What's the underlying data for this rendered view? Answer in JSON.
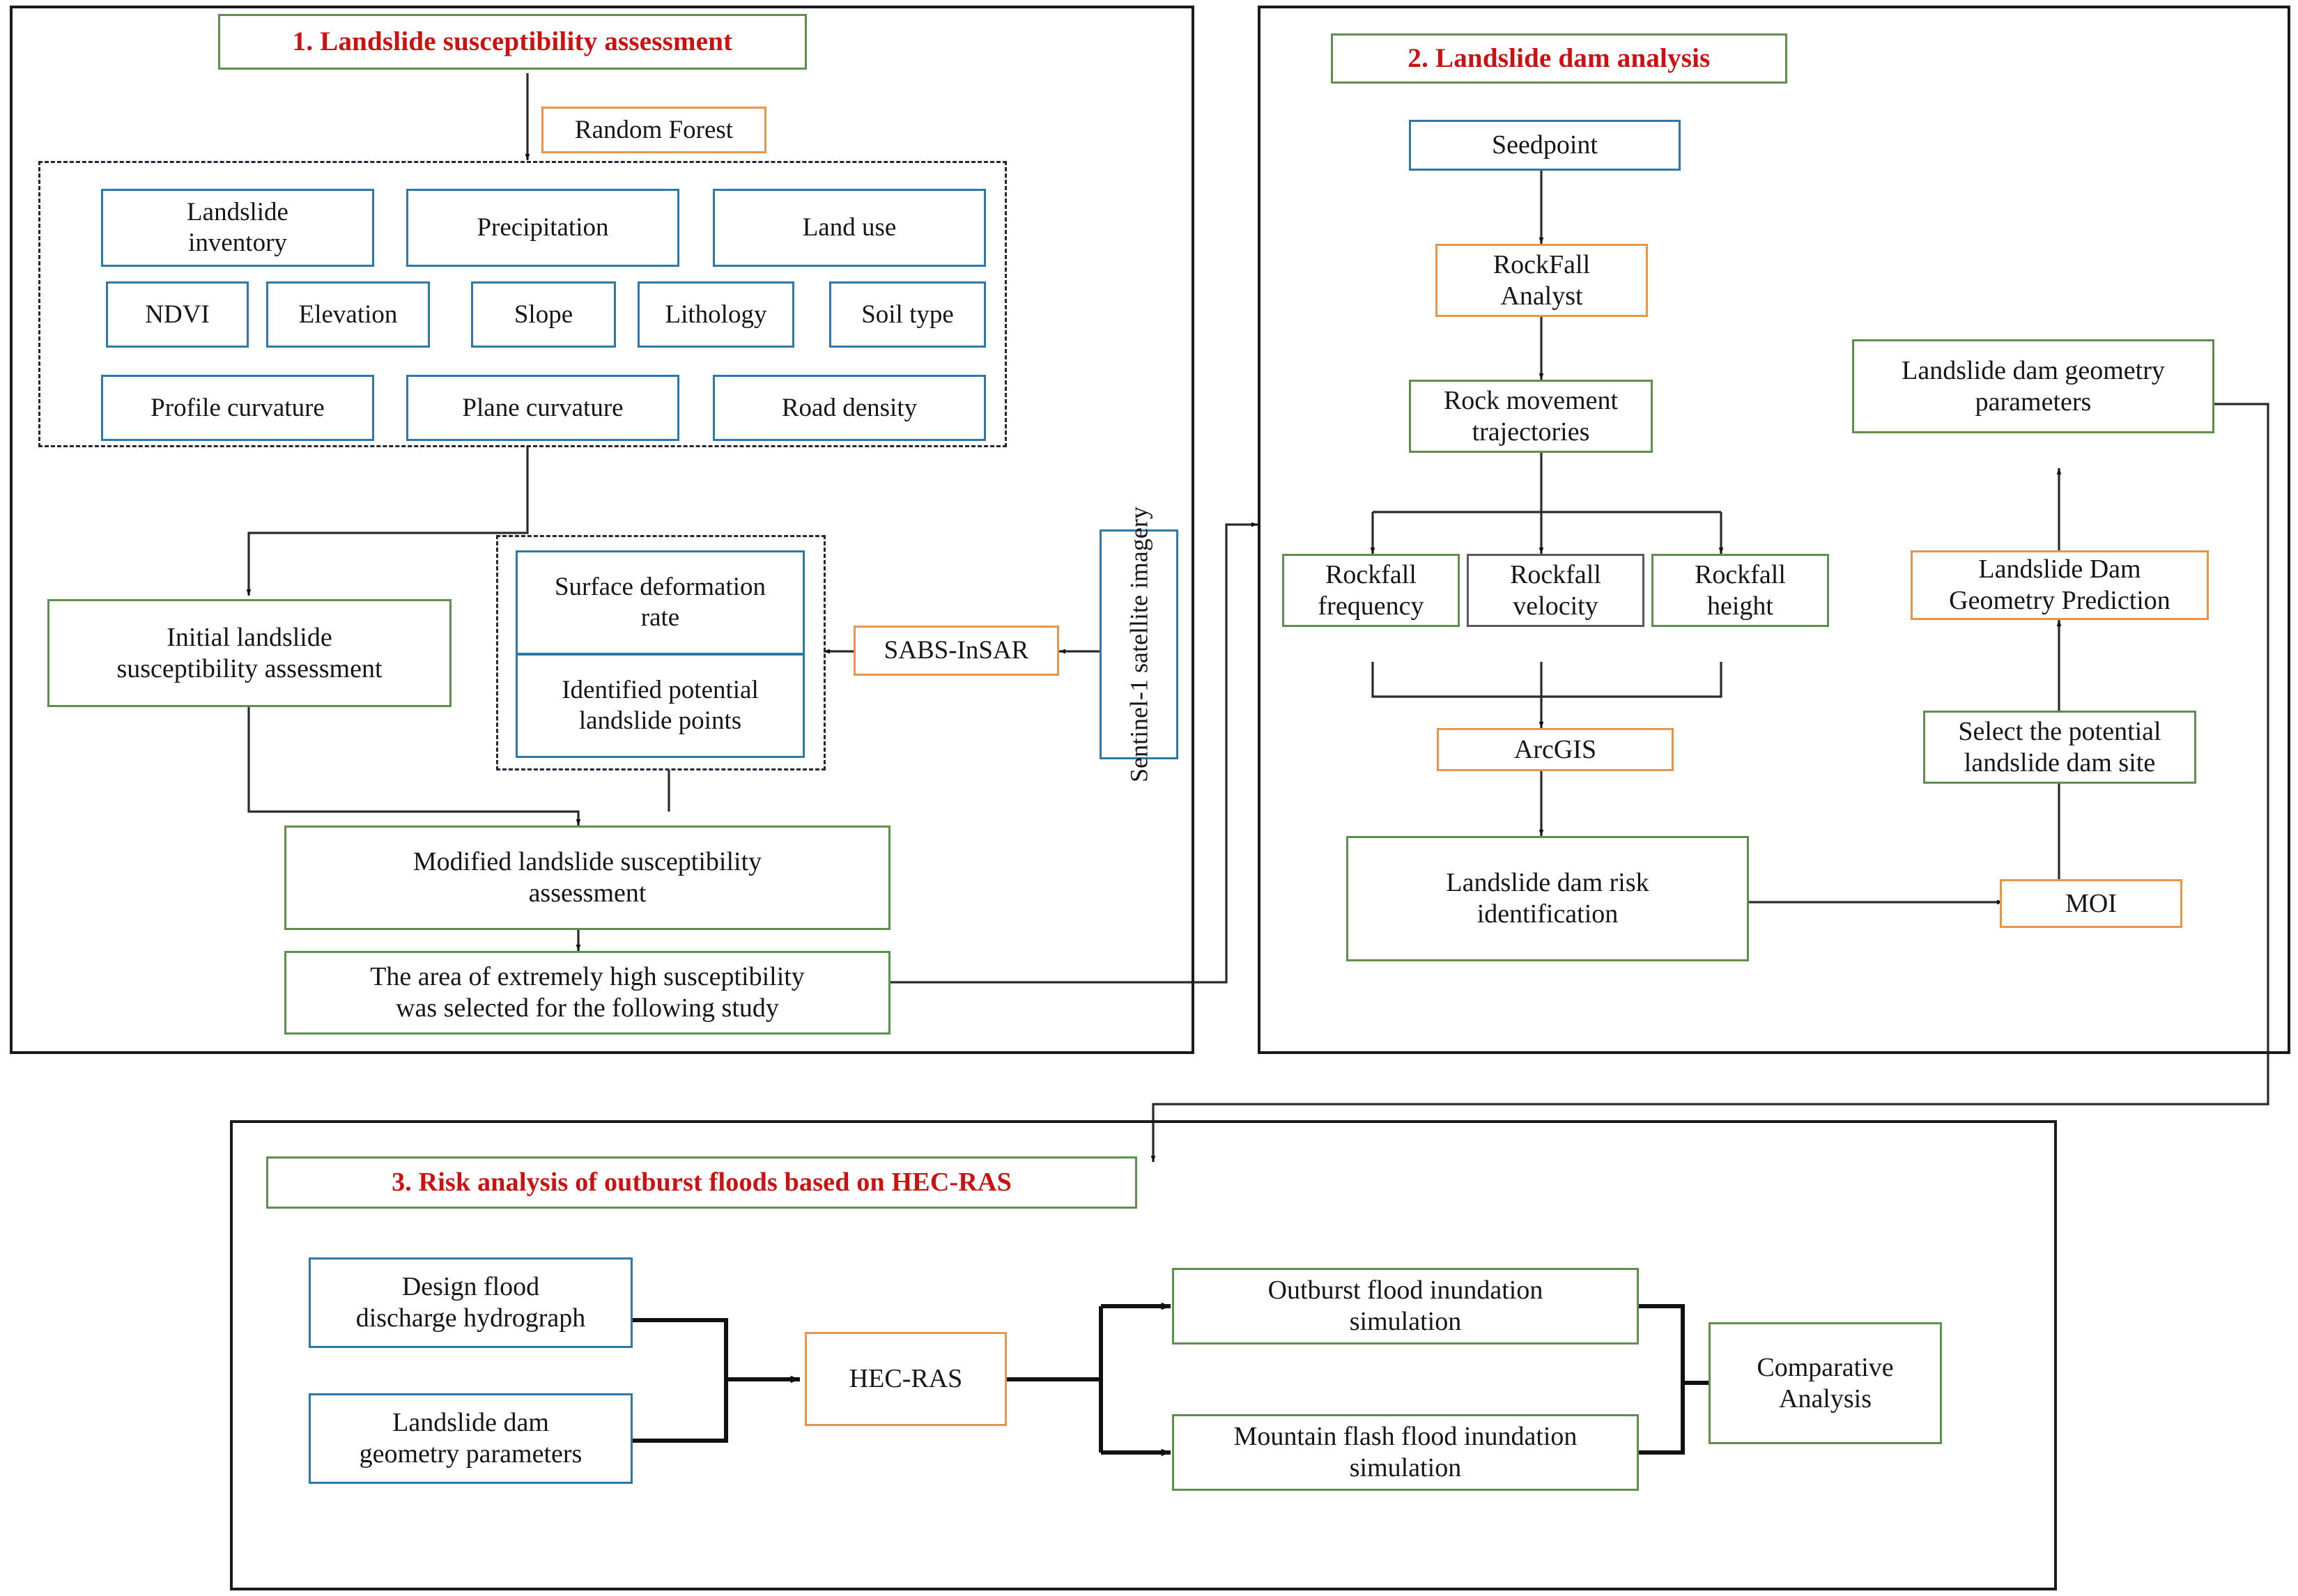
{
  "figure": {
    "kind": "flowchart",
    "sections": [
      {
        "id": "s1",
        "title": "1. Landslide susceptibility assessment"
      },
      {
        "id": "s2",
        "title": "2. Landslide dam analysis"
      },
      {
        "id": "s3",
        "title": "3. Risk analysis of outburst floods based on HEC-RAS"
      }
    ]
  },
  "colors": {
    "title_red": "#cc1111",
    "green_border": "#5f8f4e",
    "blue_border": "#2e79a8",
    "orange_border": "#e79548",
    "gray_border": "#5a5a5a",
    "panel_border": "#1a1a1a",
    "dashed_group": "#1f2a36"
  },
  "section1": {
    "title": "1. Landslide susceptibility assessment",
    "method": "Random Forest",
    "factors_row1": [
      "Landslide\ninventory",
      "Precipitation",
      "Land use"
    ],
    "factors_row2": [
      "NDVI",
      "Elevation",
      "Slope",
      "Lithology",
      "Soil type"
    ],
    "factors_row3": [
      "Profile curvature",
      "Plane curvature",
      "Road density"
    ],
    "initial_assessment": "Initial landslide\nsusceptibility assessment",
    "insar_group": [
      "Surface deformation\nrate",
      "Identified potential\nlandslide points"
    ],
    "insar_method": "SABS-InSAR",
    "satellite": "Sentinel-1\nsatellite imagery",
    "modified_assessment": "Modified landslide susceptibility\nassessment",
    "selected_area": "The area of extremely high susceptibility\nwas selected for the following study"
  },
  "section2": {
    "title": "2. Landslide dam analysis",
    "seedpoint": "Seedpoint",
    "rockfall_analyst": "RockFall\nAnalyst",
    "trajectories": "Rock movement\ntrajectories",
    "outputs": [
      "Rockfall\nfrequency",
      "Rockfall\nvelocity",
      "Rockfall\nheight"
    ],
    "arcgis": "ArcGIS",
    "risk_identification": "Landslide dam risk\nidentification",
    "moi": "MOI",
    "select_site": "Select the potential\nlandslide dam site",
    "geometry_prediction": "Landslide Dam\nGeometry Prediction",
    "geometry_parameters": "Landslide dam geometry\nparameters"
  },
  "section3": {
    "title": "3. Risk analysis of outburst floods based on HEC-RAS",
    "input_hydrograph": "Design flood\ndischarge hydrograph",
    "input_geometry": "Landslide dam\ngeometry parameters",
    "model": "HEC-RAS",
    "out_outburst": "Outburst flood inundation\nsimulation",
    "out_mountain": "Mountain flash flood inundation\nsimulation",
    "comparative": "Comparative\nAnalysis"
  }
}
